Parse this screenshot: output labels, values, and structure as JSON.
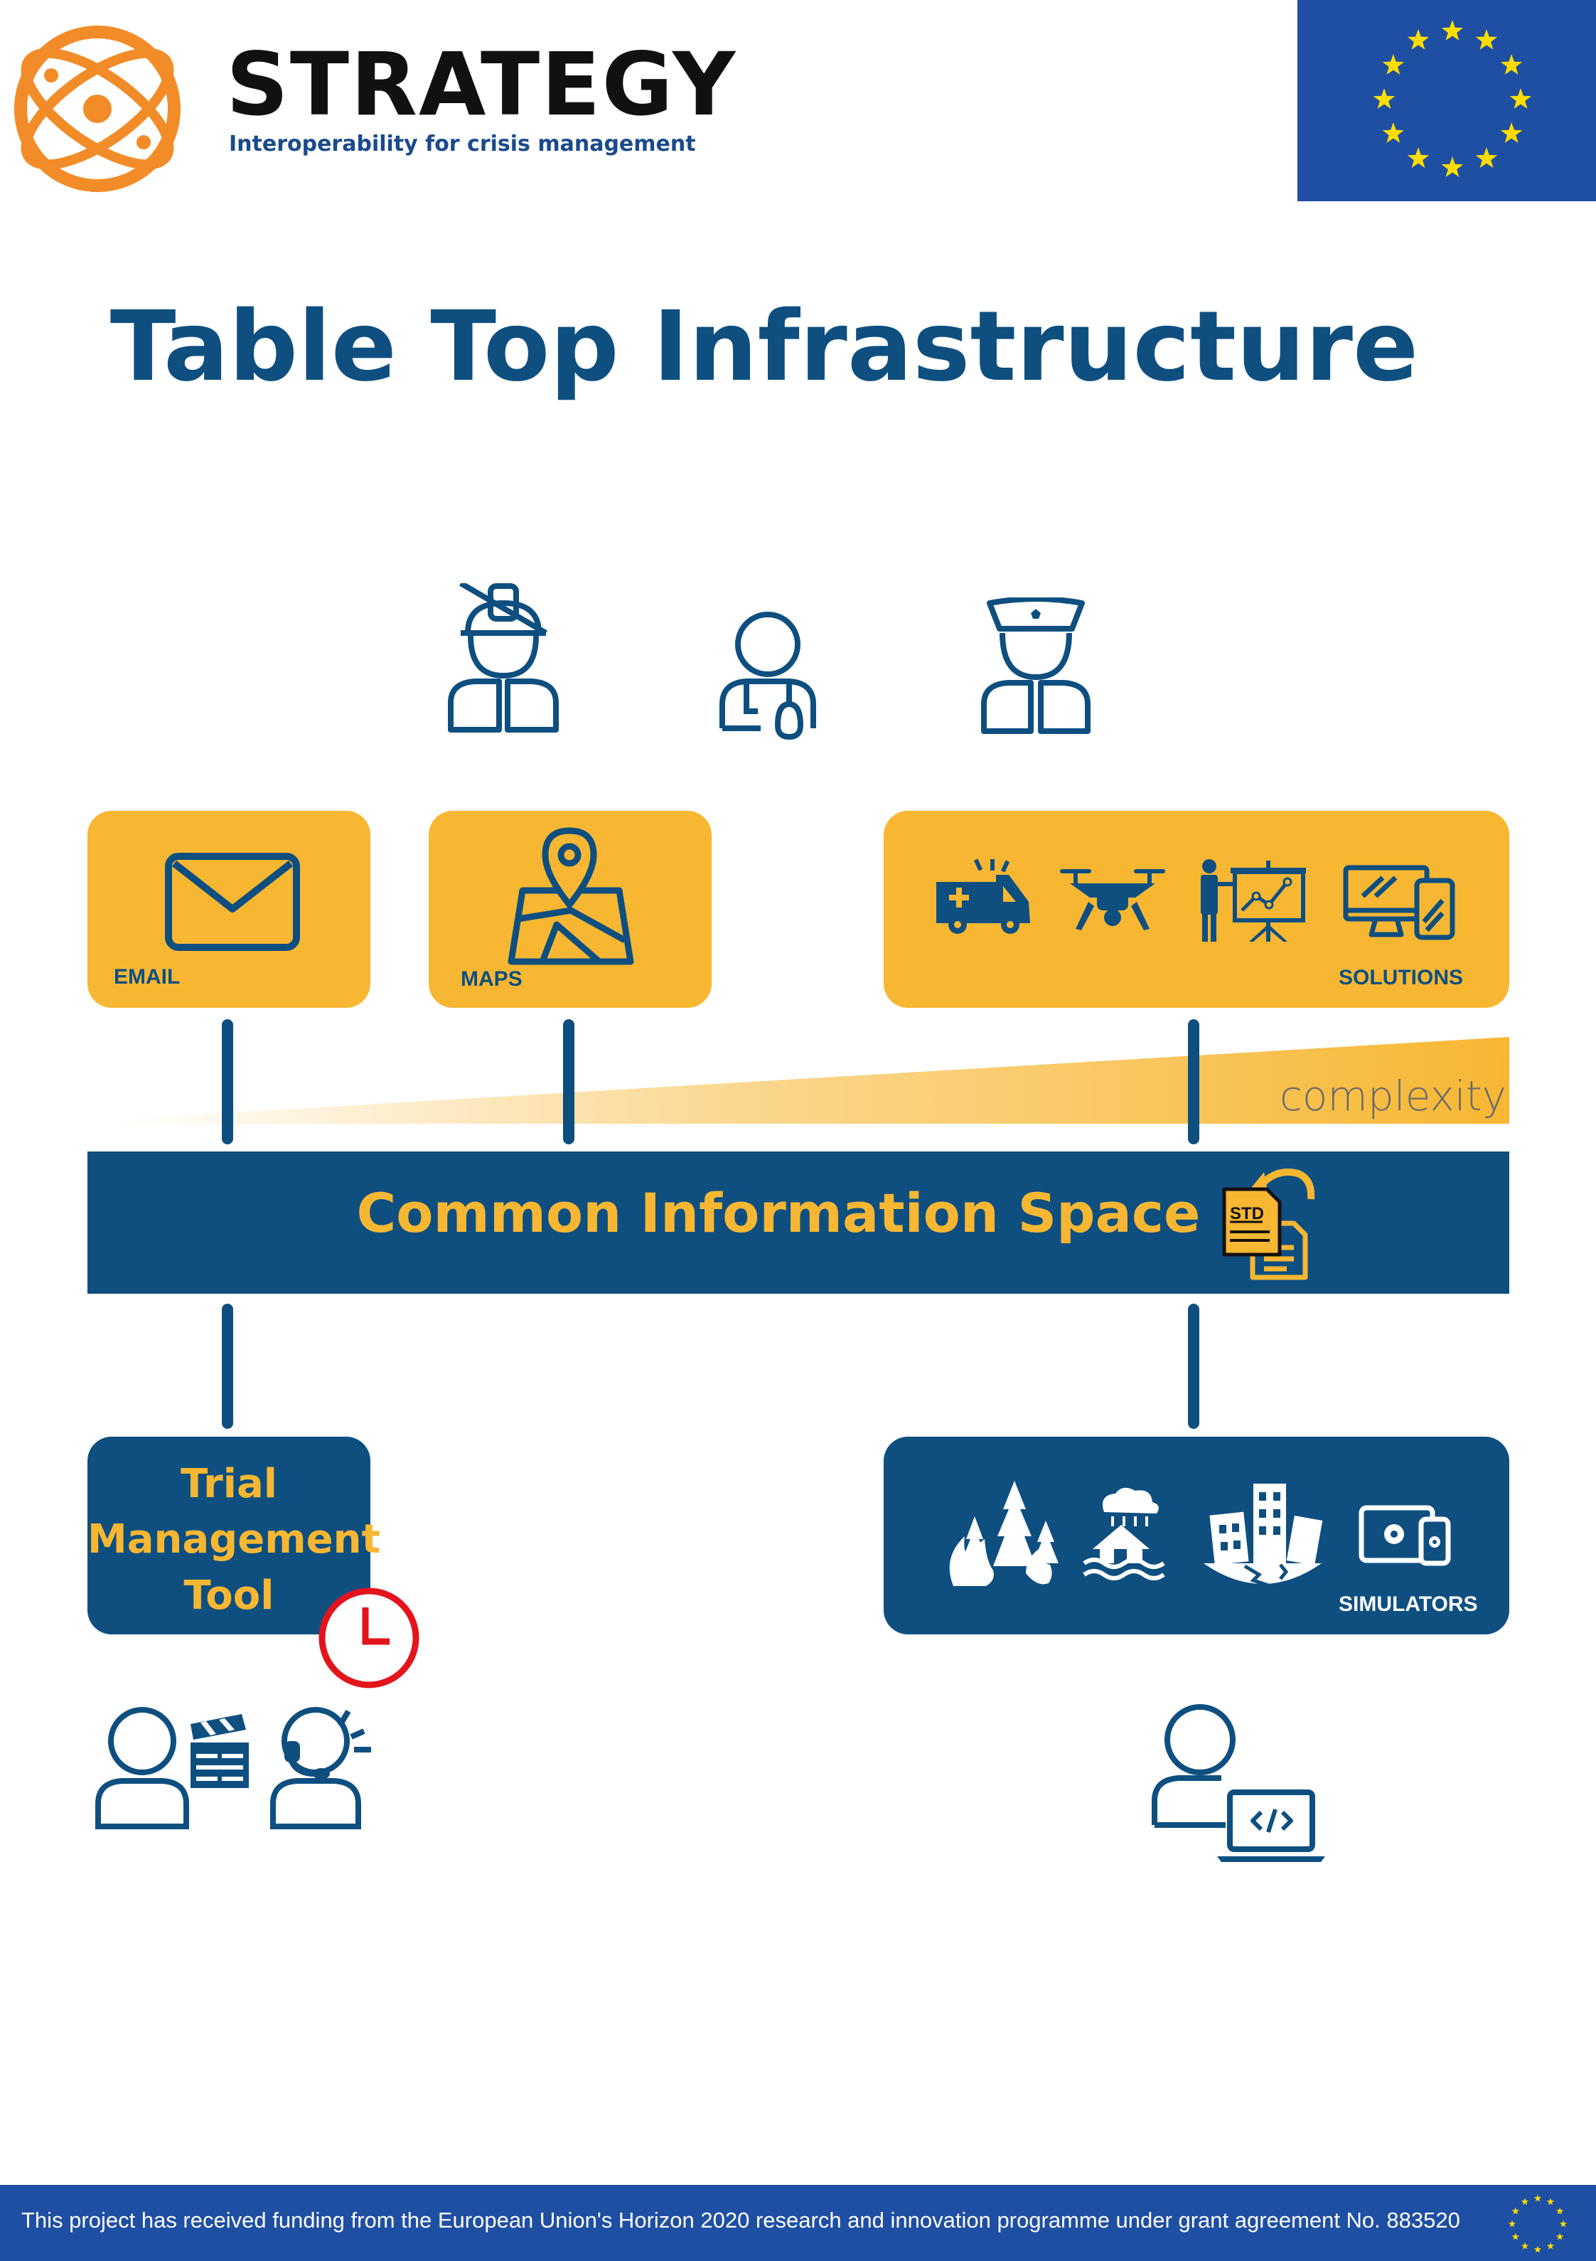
{
  "brand": {
    "name": "STRATEGY",
    "tagline": "Interoperability for crisis management",
    "logo_icon": "orbit-globe-logo",
    "flag_icon": "eu-flag"
  },
  "title": "Table Top Infrastructure",
  "roles_top": [
    {
      "icon": "firefighter-icon"
    },
    {
      "icon": "medic-icon"
    },
    {
      "icon": "police-officer-icon"
    }
  ],
  "panels": {
    "email": {
      "label": "EMAIL",
      "icon": "envelope-icon"
    },
    "maps": {
      "label": "MAPS",
      "icon": "map-pin-icon"
    },
    "solutions": {
      "label": "SOLUTIONS",
      "icons": [
        "ambulance-icon",
        "drone-icon",
        "presentation-icon",
        "devices-icon"
      ]
    },
    "trial_tool": {
      "line1": "Trial",
      "line2": "Management",
      "line3": "Tool",
      "icon": "clock-icon"
    },
    "simulators": {
      "label": "SIMULATORS",
      "icons": [
        "forest-fire-icon",
        "flood-icon",
        "earthquake-icon",
        "app-settings-icon"
      ]
    }
  },
  "complexity_label": "complexity",
  "cis": {
    "label": "Common Information Space",
    "icon": "std-document-icon"
  },
  "roles_bottom": [
    {
      "icon": "director-icon"
    },
    {
      "icon": "operator-headset-icon"
    },
    {
      "icon": "developer-laptop-icon"
    }
  ],
  "footer": {
    "text": "This project has received funding from the European Union's Horizon 2020 research and innovation programme under grant agreement No. 883520",
    "flag_icon": "eu-stars-icon"
  },
  "colors": {
    "navy": "#0e4f80",
    "amber": "#f7b733",
    "orange": "#f28c28",
    "eu_blue": "#1f4fa3",
    "eu_star": "#ffdd00",
    "clock_red": "#e3141c"
  }
}
